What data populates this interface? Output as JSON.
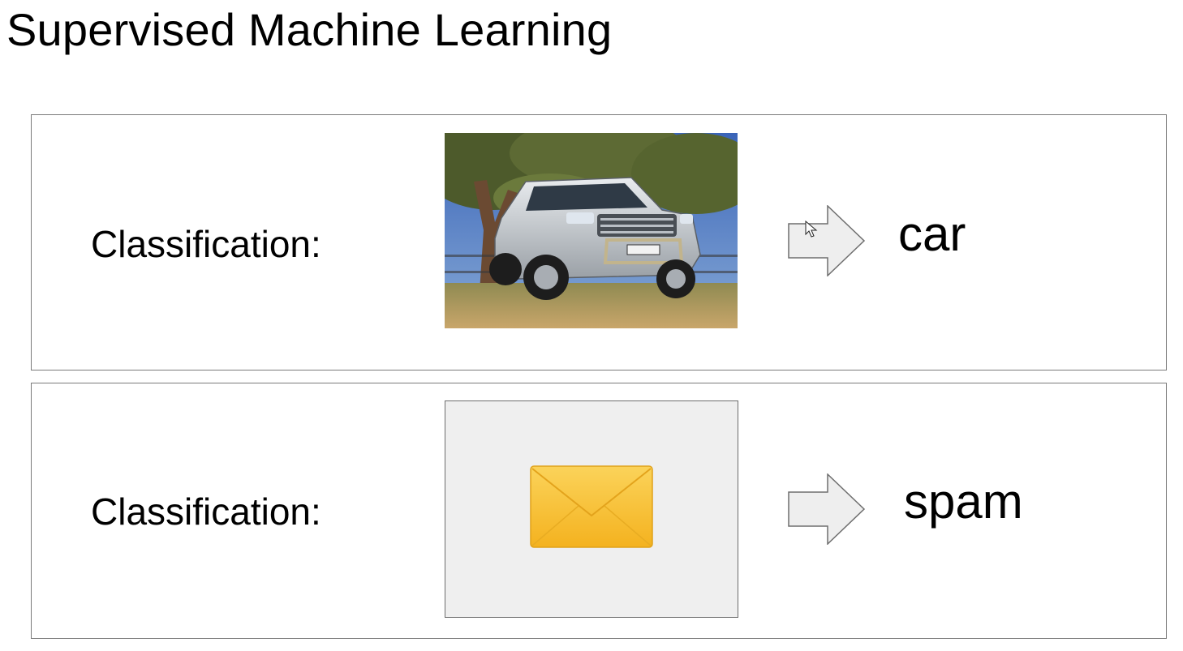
{
  "slide": {
    "title": "Supervised Machine Learning"
  },
  "examples": [
    {
      "label": "Classification:",
      "input_kind": "photo of a silver pickup truck",
      "input_icon": "car-photo",
      "arrow_icon": "right-arrow-icon",
      "result": "car"
    },
    {
      "label": "Classification:",
      "input_kind": "yellow envelope icon",
      "input_icon": "envelope-icon",
      "arrow_icon": "right-arrow-icon",
      "result": "spam"
    }
  ],
  "colors": {
    "panel_border": "#7a7a7a",
    "arrow_fill": "#eeeeee",
    "arrow_stroke": "#6e6e6e",
    "envelope_fill": "#f7c23a",
    "email_box_bg": "#efefef"
  }
}
